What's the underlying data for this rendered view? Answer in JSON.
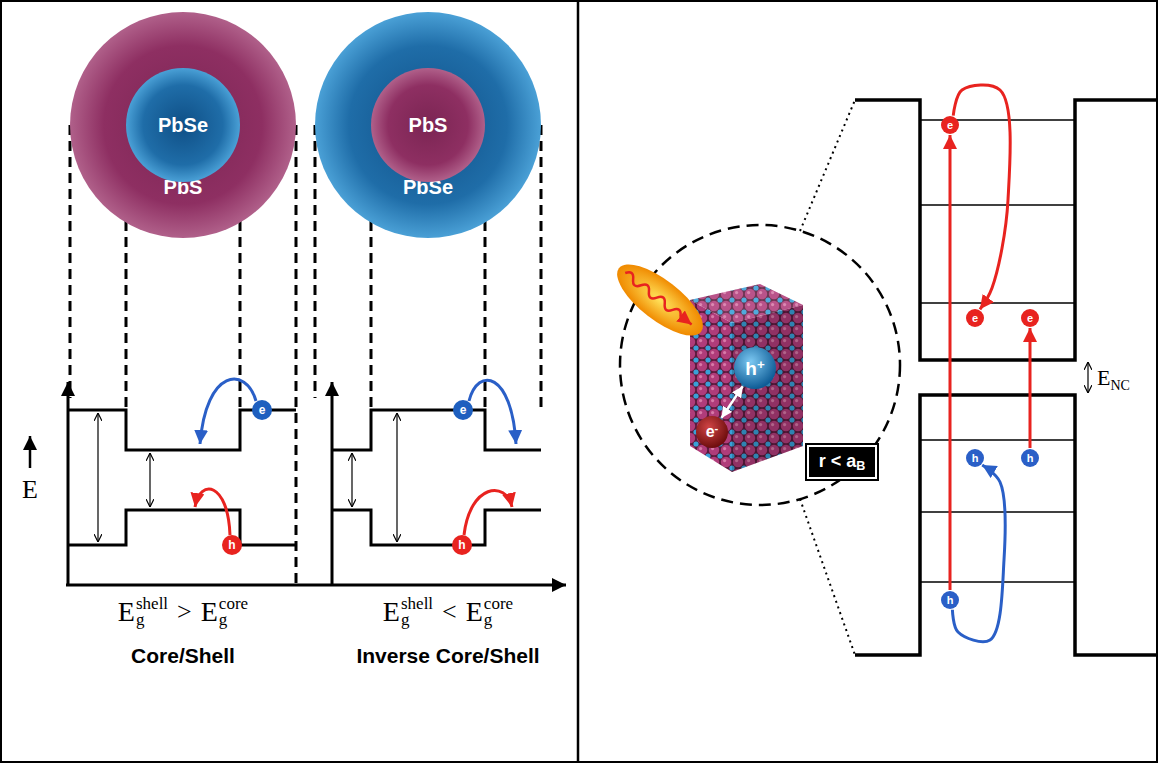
{
  "diagram": {
    "nodes": [
      {
        "text": [
          "PbS"
        ]
      },
      {
        "text": [
          "PbSe"
        ],
        "in": 0
      },
      {
        "text": [
          "PbSe"
        ]
      },
      {
        "text": [
          "PbS"
        ],
        "in": 2
      },
      {
        "text": [
          "e"
        ]
      },
      {
        "text": [
          "h"
        ]
      },
      {
        "text": [
          "e"
        ]
      },
      {
        "text": [
          "h"
        ]
      },
      {
        "text": [
          "h",
          "+"
        ]
      },
      {
        "text": [
          "e",
          "-"
        ]
      },
      {
        "text": [
          "r < a",
          "B"
        ]
      },
      {
        "text": [
          "e"
        ]
      },
      {
        "text": [
          "e"
        ]
      },
      {
        "text": [
          "e"
        ]
      },
      {
        "text": [
          "h"
        ]
      },
      {
        "text": [
          "h"
        ]
      },
      {
        "text": [
          "h"
        ]
      }
    ],
    "edges": [
      {
        "from": 8,
        "to": 9,
        "arrow": "both"
      },
      {
        "from": 16,
        "to": 11,
        "arrow": "to"
      },
      {
        "from": 11,
        "to": 12,
        "arrow": "to"
      },
      {
        "from": 15,
        "to": 13,
        "arrow": "to"
      },
      {
        "from": 16,
        "to": 14,
        "arrow": "to"
      }
    ],
    "labels": [
      "E",
      "E",
      "shell",
      "g",
      ">",
      "E",
      "core",
      "g",
      "Core/Shell",
      "E",
      "shell",
      "g",
      "<",
      "E",
      "core",
      "g",
      "Inverse Core/Shell",
      "E",
      "NC"
    ]
  }
}
